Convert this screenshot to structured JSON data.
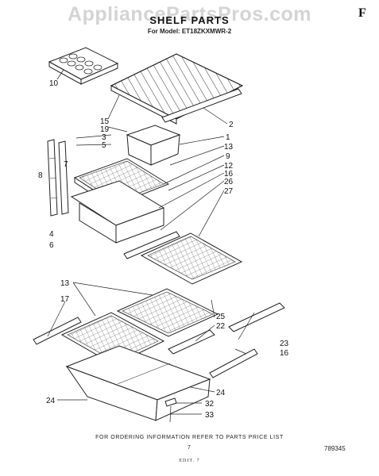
{
  "watermark": "AppliancePartsPros.com",
  "corner_mark": "F",
  "title": "SHELF PARTS",
  "model_line": "For Model: ET18ZKXMWR-2",
  "footer": "FOR ORDERING INFORMATION REFER TO PARTS PRICE LIST",
  "page_number": "7",
  "doc_number": "789345",
  "bottom_text": "EDIT. 7",
  "callouts": {
    "c10": "10",
    "c15": "15",
    "c19": "19",
    "c3": "3",
    "c5": "5",
    "c2": "2",
    "c1": "1",
    "c13a": "13",
    "c8": "8",
    "c7": "7",
    "c9": "9",
    "c12": "12",
    "c16a": "16",
    "c26": "26",
    "c27": "27",
    "c4": "4",
    "c6": "6",
    "c13b": "13",
    "c17": "17",
    "c25": "25",
    "c22": "22",
    "c23": "23",
    "c16b": "16",
    "c24a": "24",
    "c24b": "24",
    "c32": "32",
    "c33": "33"
  }
}
